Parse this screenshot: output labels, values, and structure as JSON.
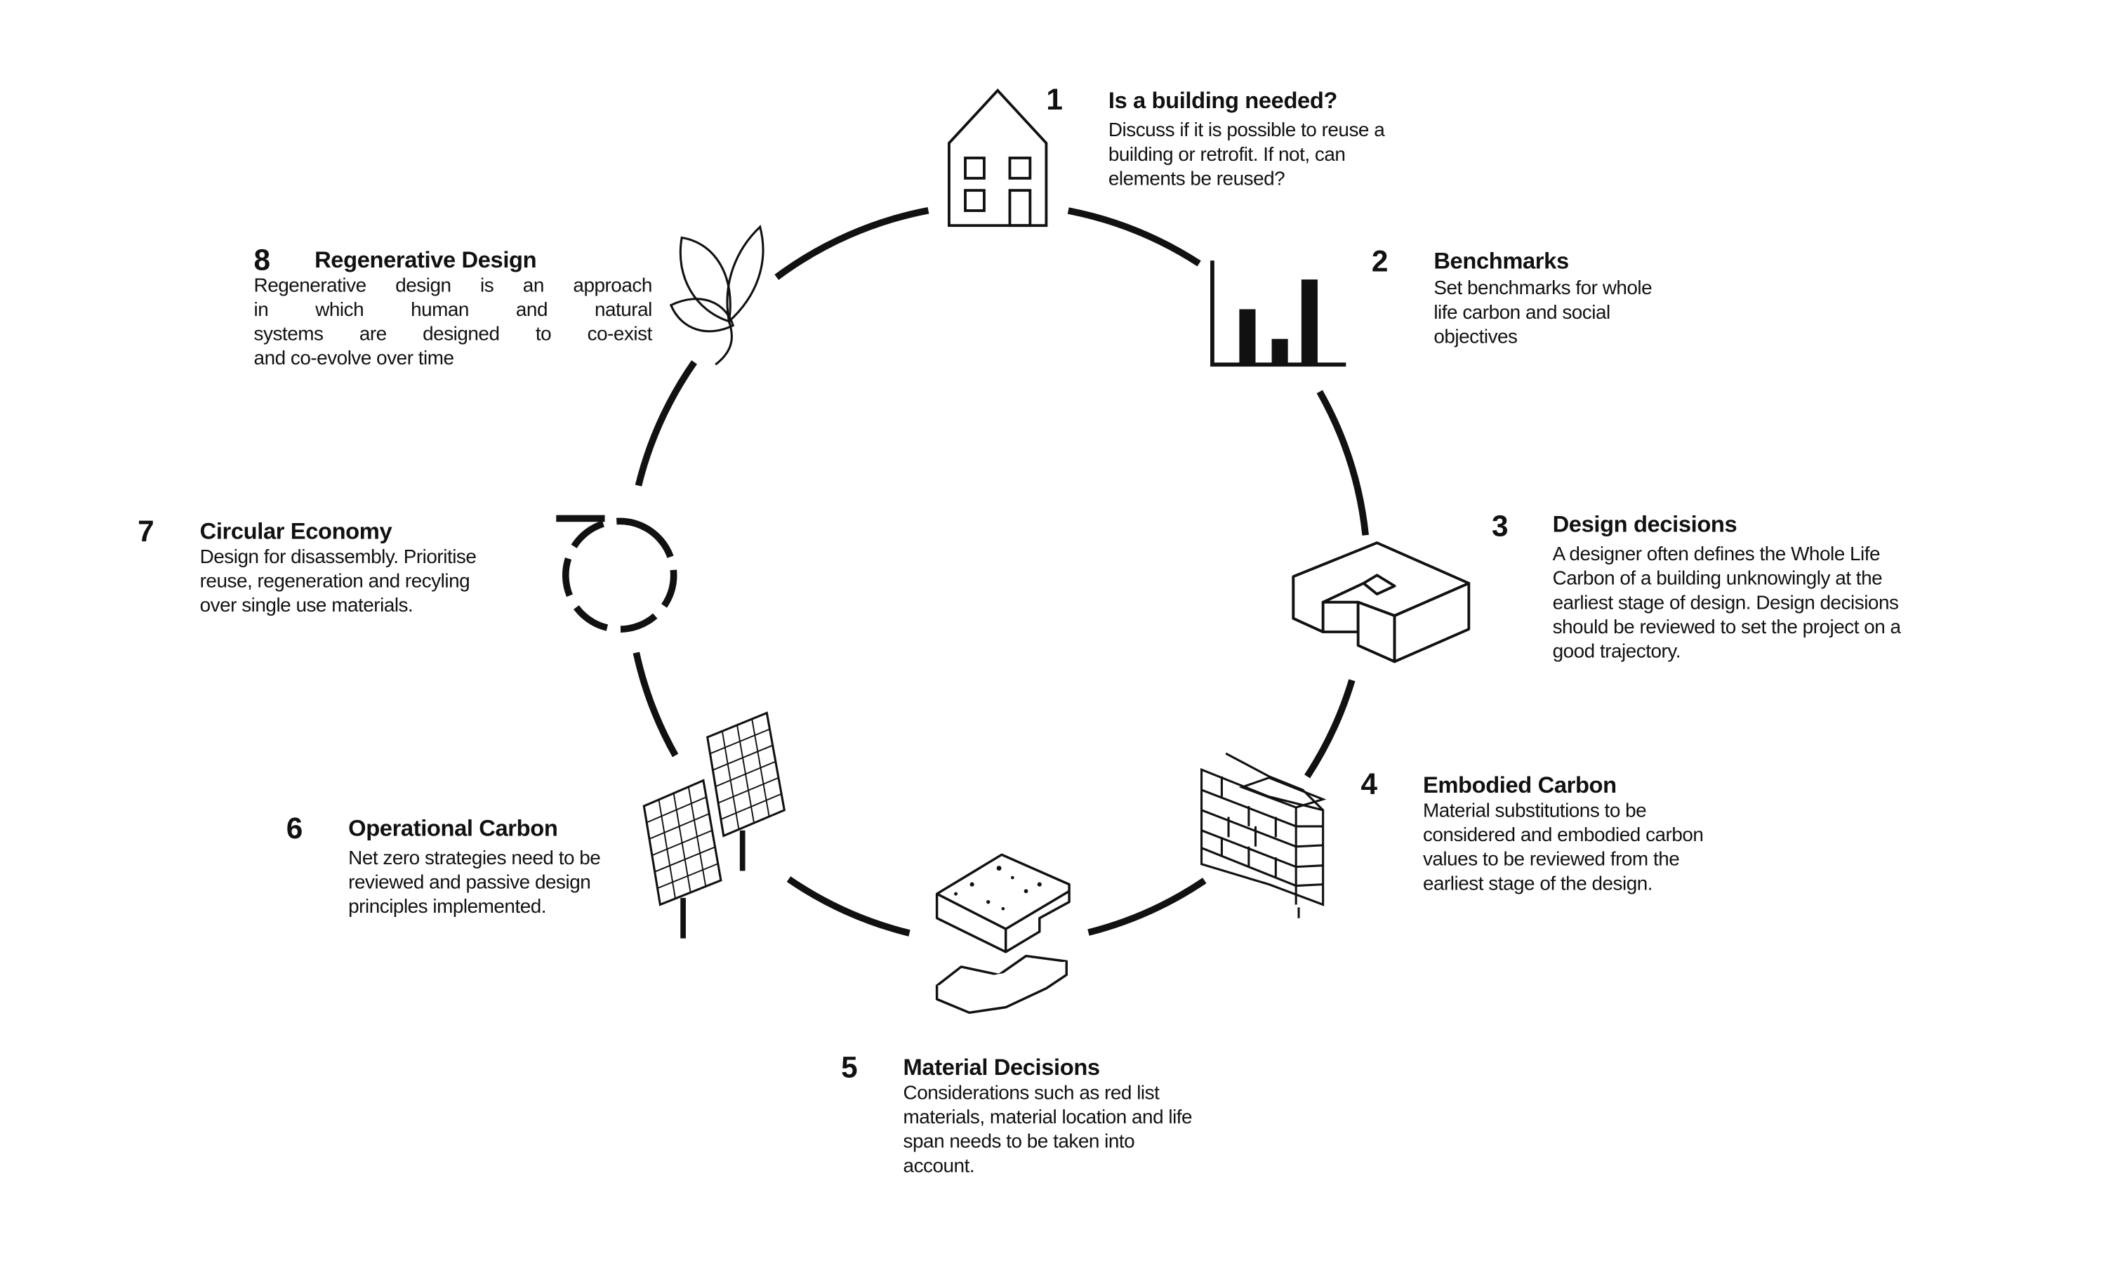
{
  "steps": [
    {
      "number": "1",
      "title": "Is a building needed?",
      "icon": "house-icon",
      "lines": [
        "Discuss if it is possible to reuse a",
        "building or retrofit. If not, can",
        "elements be reused?"
      ]
    },
    {
      "number": "2",
      "title": "Benchmarks",
      "icon": "bar-chart-icon",
      "lines": [
        "Set benchmarks for whole",
        "life carbon and social",
        "objectives"
      ]
    },
    {
      "number": "3",
      "title": "Design decisions",
      "icon": "building-block-icon",
      "lines": [
        "A designer often defines the Whole Life",
        "Carbon of a building unknowingly at the",
        "earliest stage of design. Design decisions",
        "should be reviewed to set the project on a",
        "good trajectory."
      ]
    },
    {
      "number": "4",
      "title": "Embodied Carbon",
      "icon": "brick-wall-icon",
      "lines": [
        "Material substitutions to be",
        "considered and embodied carbon",
        "values to be reviewed from the",
        "earliest stage of the design."
      ]
    },
    {
      "number": "5",
      "title": "Material Decisions",
      "icon": "concrete-slab-icon",
      "lines": [
        "Considerations such as red list",
        "materials, material location and life",
        "span needs to be taken into",
        "account."
      ]
    },
    {
      "number": "6",
      "title": "Operational Carbon",
      "icon": "solar-panel-icon",
      "lines": [
        "Net zero strategies need to be",
        "reviewed and passive design",
        "principles implemented."
      ]
    },
    {
      "number": "7",
      "title": "Circular Economy",
      "icon": "circular-arrow-icon",
      "lines": [
        "Design for disassembly. Prioritise",
        "reuse, regeneration and recyling",
        "over single use materials."
      ]
    },
    {
      "number": "8",
      "title": "Regenerative Design",
      "icon": "leaf-icon",
      "lines": [
        "Regenerative design is an approach",
        "in which human and natural",
        "systems are designed to co-exist",
        "and co-evolve over time"
      ]
    }
  ],
  "colors": {
    "ink": "#111111",
    "background": "#ffffff"
  }
}
